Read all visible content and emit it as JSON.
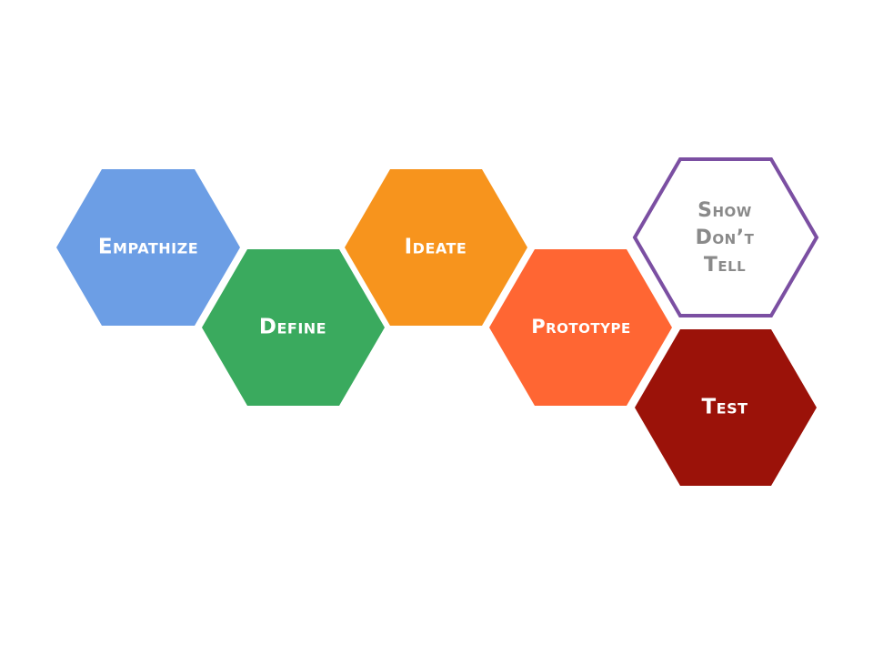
{
  "diagram": {
    "hexagons": [
      {
        "id": "empathize",
        "label": "Empathize",
        "fill": "#6C9EE5",
        "stroke": "none",
        "text_color": "#ffffff"
      },
      {
        "id": "define",
        "label": "Define",
        "fill": "#3AAA5E",
        "stroke": "none",
        "text_color": "#ffffff"
      },
      {
        "id": "ideate",
        "label": "Ideate",
        "fill": "#F7941D",
        "stroke": "none",
        "text_color": "#ffffff"
      },
      {
        "id": "prototype",
        "label": "Prototype",
        "fill": "#FF6633",
        "stroke": "none",
        "text_color": "#ffffff"
      },
      {
        "id": "show-dont-tell",
        "label_lines": [
          "Show",
          "Don’t",
          "Tell"
        ],
        "fill": "#ffffff",
        "stroke": "#7B4FA2",
        "text_color": "#8a8a8a"
      },
      {
        "id": "test",
        "label": "Test",
        "fill": "#9B1209",
        "stroke": "none",
        "text_color": "#ffffff"
      }
    ]
  }
}
